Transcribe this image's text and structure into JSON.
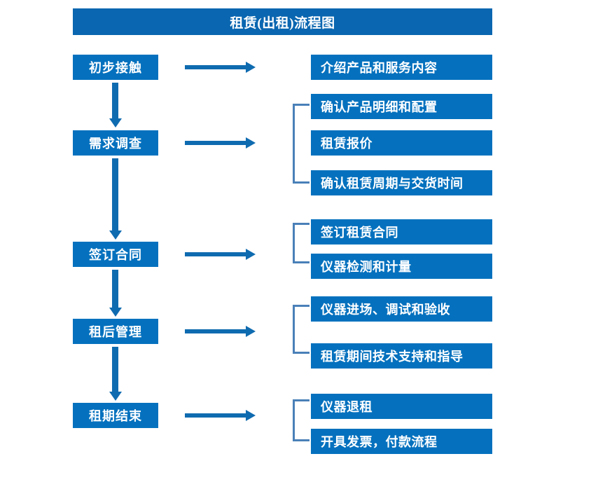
{
  "diagram": {
    "title": "租赁(出租)流程图",
    "colors": {
      "title_bar": "#0a66b0",
      "box_fill": "#0571be",
      "box_text": "#ffffff",
      "arrow": "#0f6bb0",
      "bracket": "#4a80b8",
      "background": "#ffffff"
    },
    "stages": [
      {
        "label": "初步接触"
      },
      {
        "label": "需求调查"
      },
      {
        "label": "签订合同"
      },
      {
        "label": "租后管理"
      },
      {
        "label": "租期结束"
      }
    ],
    "details": [
      {
        "label": "介绍产品和服务内容"
      },
      {
        "label": "确认产品明细和配置"
      },
      {
        "label": "租赁报价"
      },
      {
        "label": "确认租赁周期与交货时间"
      },
      {
        "label": "签订租赁合同"
      },
      {
        "label": "仪器检测和计量"
      },
      {
        "label": "仪器进场、调试和验收"
      },
      {
        "label": "租赁期间技术支持和指导"
      },
      {
        "label": "仪器退租"
      },
      {
        "label": "开具发票，付款流程"
      }
    ],
    "flow_arrows": {
      "vertical_count": 4,
      "horizontal_count": 5
    },
    "brackets": [
      {
        "groups": "确认产品明细和配置 / 租赁报价 / 确认租赁周期与交货时间"
      },
      {
        "groups": "签订租赁合同 / 仪器检测和计量"
      },
      {
        "groups": "仪器进场、调试和验收 / 租赁期间技术支持和指导"
      },
      {
        "groups": "仪器退租 / 开具发票，付款流程"
      }
    ]
  }
}
